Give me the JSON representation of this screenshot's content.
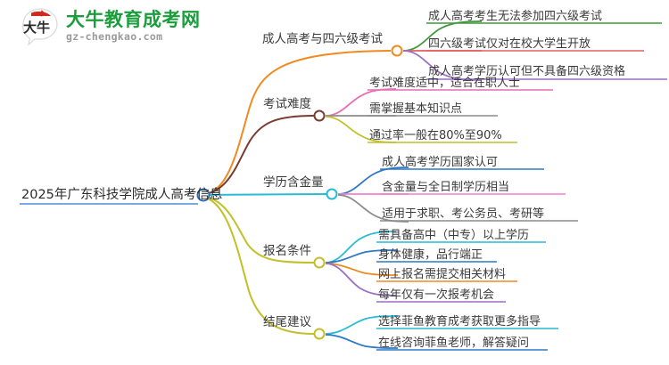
{
  "logo": {
    "mark_name": "daniu-bull-logo",
    "title": "大牛教育成考网",
    "subtitle": "gz-chengkao.com",
    "title_color": "#1a9e3c",
    "subtitle_color": "#9a9a9a",
    "mark_red": "#d02a20",
    "mark_dark": "#2b2b2b"
  },
  "mindmap": {
    "root": {
      "label": "2025年广东科技学院成人高考信息",
      "node_color": "#2f6fb5",
      "underline_color": "#4a90d9"
    },
    "branches": [
      {
        "label": "成人高考与四六级考试",
        "color": "#f08a20",
        "node_color": "#f08a20",
        "children": [
          {
            "label": "成人高考考生无法参加四六级考试",
            "color": "#3f9a3c"
          },
          {
            "label": "四六级考试仅对在校大学生开放",
            "color": "#e0615f"
          },
          {
            "label": "成人高考学历认可但不具备四六级资格",
            "color": "#9b6fc4"
          }
        ]
      },
      {
        "label": "考试难度",
        "color": "#7a3b30",
        "node_color": "#7a3b30",
        "children": [
          {
            "label": "考试难度适中，适合在职人士",
            "color": "#e76bb5"
          },
          {
            "label": "需掌握基本知识点",
            "color": "#8c8c8c"
          },
          {
            "label": "通过率一般在80%至90%",
            "color": "#c2c02a"
          }
        ]
      },
      {
        "label": "学历含金量",
        "color": "#28bcd4",
        "node_color": "#28bcd4",
        "children": [
          {
            "label": "成人高考学历国家认可",
            "color": "#2f78c4"
          },
          {
            "label": "含金量与全日制学历相当",
            "color": "#f07fd0"
          },
          {
            "label": "适用于求职、考公务员、考研等",
            "color": "#8c8c8c"
          }
        ]
      },
      {
        "label": "报名条件",
        "color": "#c2c02a",
        "node_color": "#c2c02a",
        "children": [
          {
            "label": "需具备高中（中专）以上学历",
            "color": "#28bcd4"
          },
          {
            "label": "身体健康，品行端正",
            "color": "#2f78c4"
          },
          {
            "label": "网上报名需提交相关材料",
            "color": "#f08a20"
          },
          {
            "label": "每年仅有一次报考机会",
            "color": "#9b6fc4"
          }
        ]
      },
      {
        "label": "结尾建议",
        "color": "#c2c02a",
        "node_color": "#c2c02a",
        "children": [
          {
            "label": "选择菲鱼教育成考获取更多指导",
            "color": "#28bcd4"
          },
          {
            "label": "在线咨询菲鱼老师，解答疑问",
            "color": "#2f78c4"
          }
        ]
      }
    ]
  }
}
